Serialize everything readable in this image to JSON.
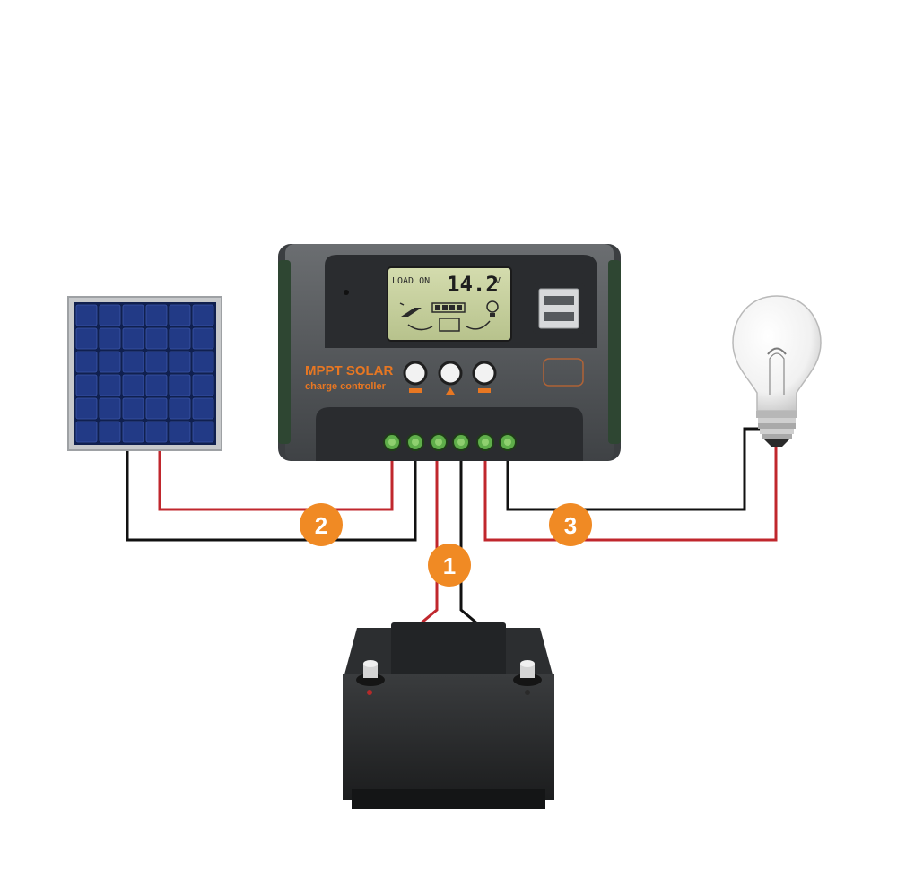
{
  "controller": {
    "brand_line1": "MPPT SOLAR",
    "brand_line2": "charge controller",
    "lcd": {
      "status": "LOAD ON",
      "voltage": "14.2",
      "unit": "V"
    }
  },
  "markers": {
    "battery": "1",
    "solar_panel": "2",
    "load": "3"
  },
  "colors": {
    "positive_wire": "#c0272d",
    "negative_wire": "#111111",
    "marker": "#f08a24",
    "controller_body": "#55585b",
    "lcd": "#c9d3a1"
  }
}
